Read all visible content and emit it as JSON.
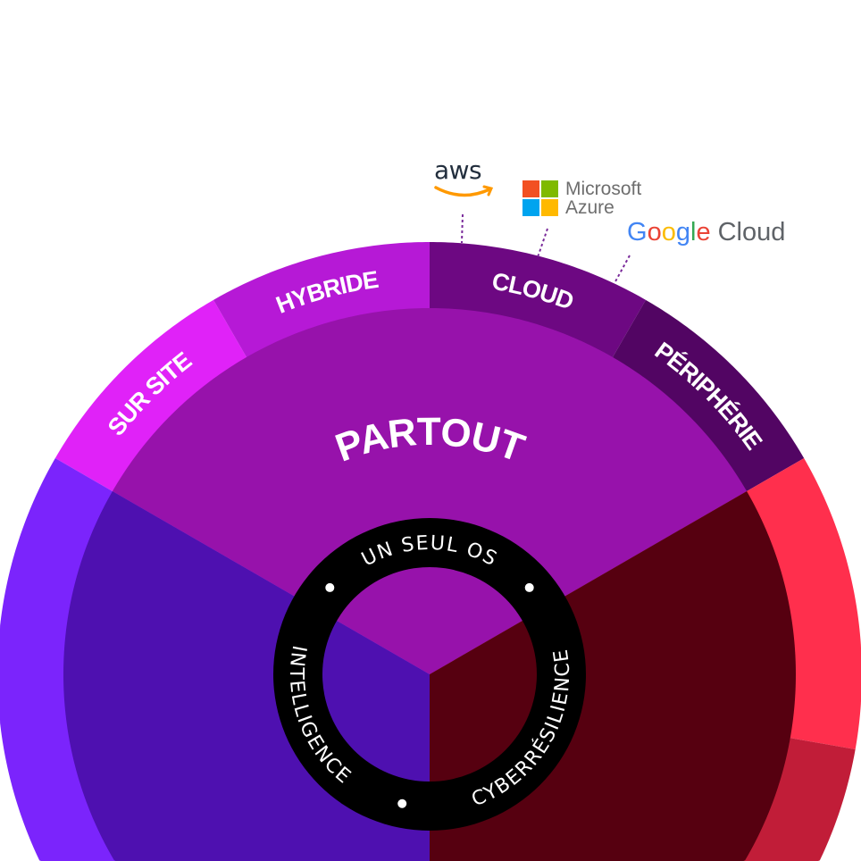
{
  "core": {
    "label": "PARTOUT"
  },
  "bands": {
    "sur_site": "SUR SITE",
    "hybride": "HYBRIDE",
    "cloud": "CLOUD",
    "peripherie": "PÉRIPHÉRIE"
  },
  "ring": {
    "top": "UN SEUL OS",
    "left": "INTELLIGENCE",
    "right": "CYBERRÉSILIENCE"
  },
  "logos": {
    "aws": "aws",
    "microsoft": "Microsoft",
    "azure": "Azure",
    "google": {
      "letters": [
        "G",
        "o",
        "o",
        "g",
        "l",
        "e"
      ],
      "cloud": "Cloud"
    }
  },
  "colors": {
    "sur_site": "#e022f8",
    "hybride": "#b619d6",
    "cloud": "#6d0882",
    "peripherie": "#520563",
    "core_top": "#9712ab",
    "core_left": "#4e10b0",
    "core_right": "#560010",
    "band_left": "#7b24fc",
    "band_right_top": "#ff2f4d",
    "band_right_bottom": "#c11d38",
    "ring": "#000000",
    "connector": "#7a2a9a"
  }
}
